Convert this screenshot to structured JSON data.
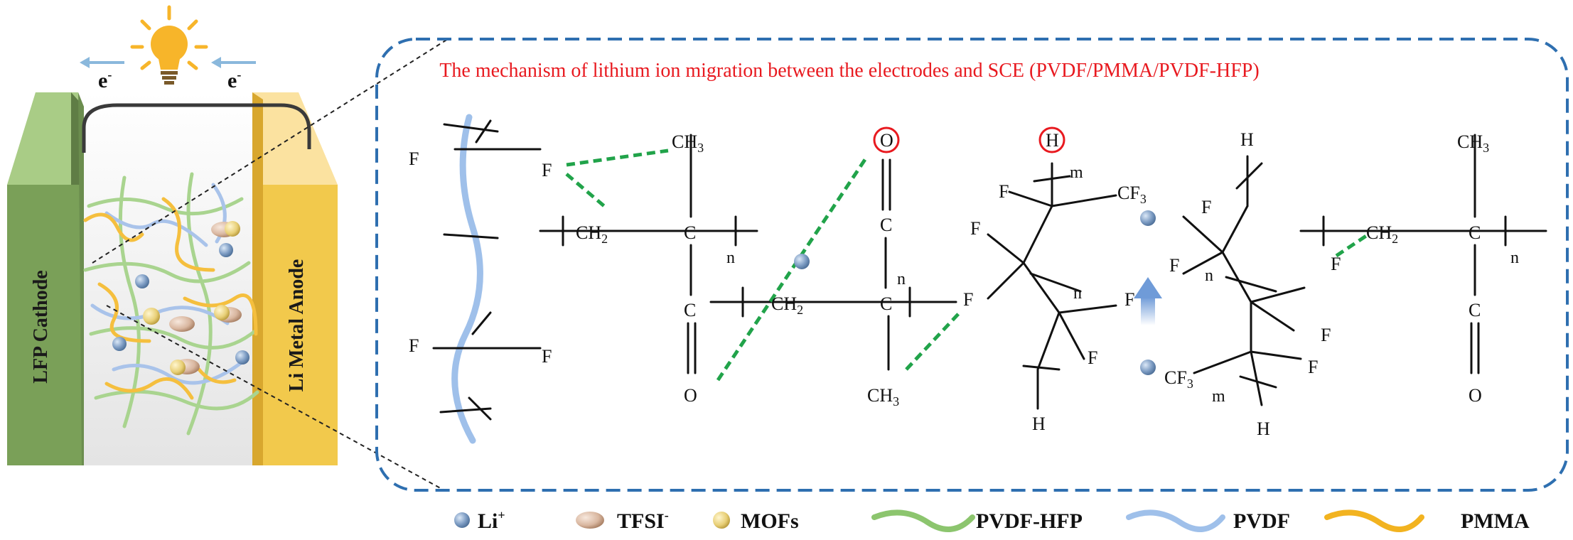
{
  "battery": {
    "cathode_label": "LFP Cathode",
    "anode_label": "Li Metal Anode",
    "electron_left": "e",
    "electron_right": "e",
    "electron_sup": "-"
  },
  "mechanism": {
    "title": "The mechanism of lithium ion migration between the electrodes and SCE (PVDF/PMMA/PVDF-HFP)"
  },
  "chem": {
    "F": "F",
    "H": "H",
    "O": "O",
    "C": "C",
    "CH2": "CH",
    "CH3": "CH",
    "CF3": "CF",
    "sub2": "2",
    "sub3": "3",
    "n": "n",
    "m": "m"
  },
  "legend": {
    "li": "Li",
    "li_sup": "+",
    "tfsi": "TFSI",
    "tfsi_sup": "-",
    "mofs": "MOFs",
    "pvdf_hfp": "PVDF-HFP",
    "pvdf": "PVDF",
    "pmma": "PMMA"
  },
  "colors": {
    "cathode": "#8fb56a",
    "anode": "#f2c94c",
    "dashed_box": "#2e6fb0",
    "title": "#e8191f",
    "pvdf": "#9fc0ea",
    "pvdf_hfp": "#8cc56e",
    "pmma": "#f2b320",
    "hbond": "#21a34a",
    "li_ion": "#7d9cc3",
    "tfsi": "#d9b7a0",
    "mofs": "#e8cf76"
  }
}
